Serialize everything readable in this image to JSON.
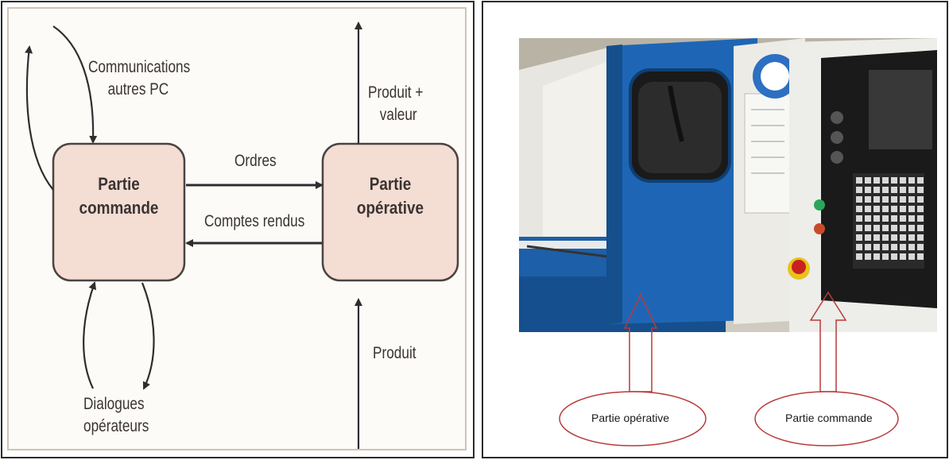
{
  "diagram": {
    "left_box": {
      "line1": "Partie",
      "line2": "commande"
    },
    "right_box": {
      "line1": "Partie",
      "line2": "opérative"
    },
    "orders_label": "Ordres",
    "reports_label": "Comptes rendus",
    "communications": {
      "line1": "Communications",
      "line2": "autres PC"
    },
    "product_value": {
      "line1": "Produit +",
      "line2": "valeur"
    },
    "product": "Produit",
    "dialogues": {
      "line1": "Dialogues",
      "line2": "opérateurs"
    },
    "colors": {
      "box_fill": "#f4ddd3",
      "box_stroke": "#4a4442",
      "arrow": "#2e2e2e",
      "frame": "#cfc3b5"
    }
  },
  "photo_panel": {
    "label_operative": "Partie opérative",
    "label_commande": "Partie commande",
    "colors": {
      "callout": "#b83a3a",
      "machine_blue": "#1d5fa8"
    }
  }
}
